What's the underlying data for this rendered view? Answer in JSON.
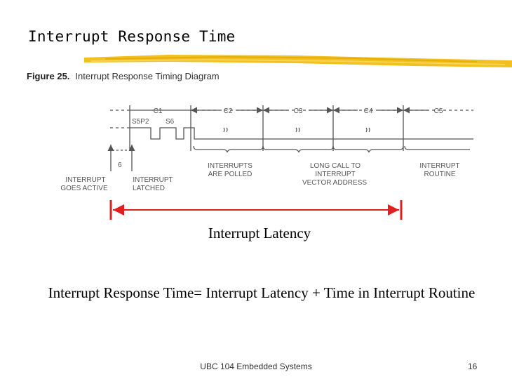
{
  "slide": {
    "title": "Interrupt Response Time",
    "footer": "UBC 104 Embedded Systems",
    "page_number": "16"
  },
  "figure": {
    "number": "Figure 25.",
    "caption": "Interrupt Response Timing Diagram",
    "cycles": [
      "C1",
      "C2",
      "C3",
      "C4",
      "C5"
    ],
    "states": [
      "S5P2",
      "S6"
    ],
    "delay": "6",
    "labels": {
      "goes_active": [
        "INTERRUPT",
        "GOES ACTIVE"
      ],
      "latched": [
        "INTERRUPT",
        "LATCHED"
      ],
      "polled": [
        "INTERRUPTS",
        "ARE POLLED"
      ],
      "long_call": [
        "LONG CALL TO",
        "INTERRUPT",
        "VECTOR ADDRESS"
      ],
      "routine": [
        "INTERRUPT",
        "ROUTINE"
      ]
    }
  },
  "latency": {
    "label": "Interrupt Latency",
    "color": "#e02020"
  },
  "formula": "Interrupt Response Time= Interrupt Latency + Time in Interrupt Routine",
  "colors": {
    "accent_brush": "#f2c020",
    "diagram_ink": "#555555"
  }
}
